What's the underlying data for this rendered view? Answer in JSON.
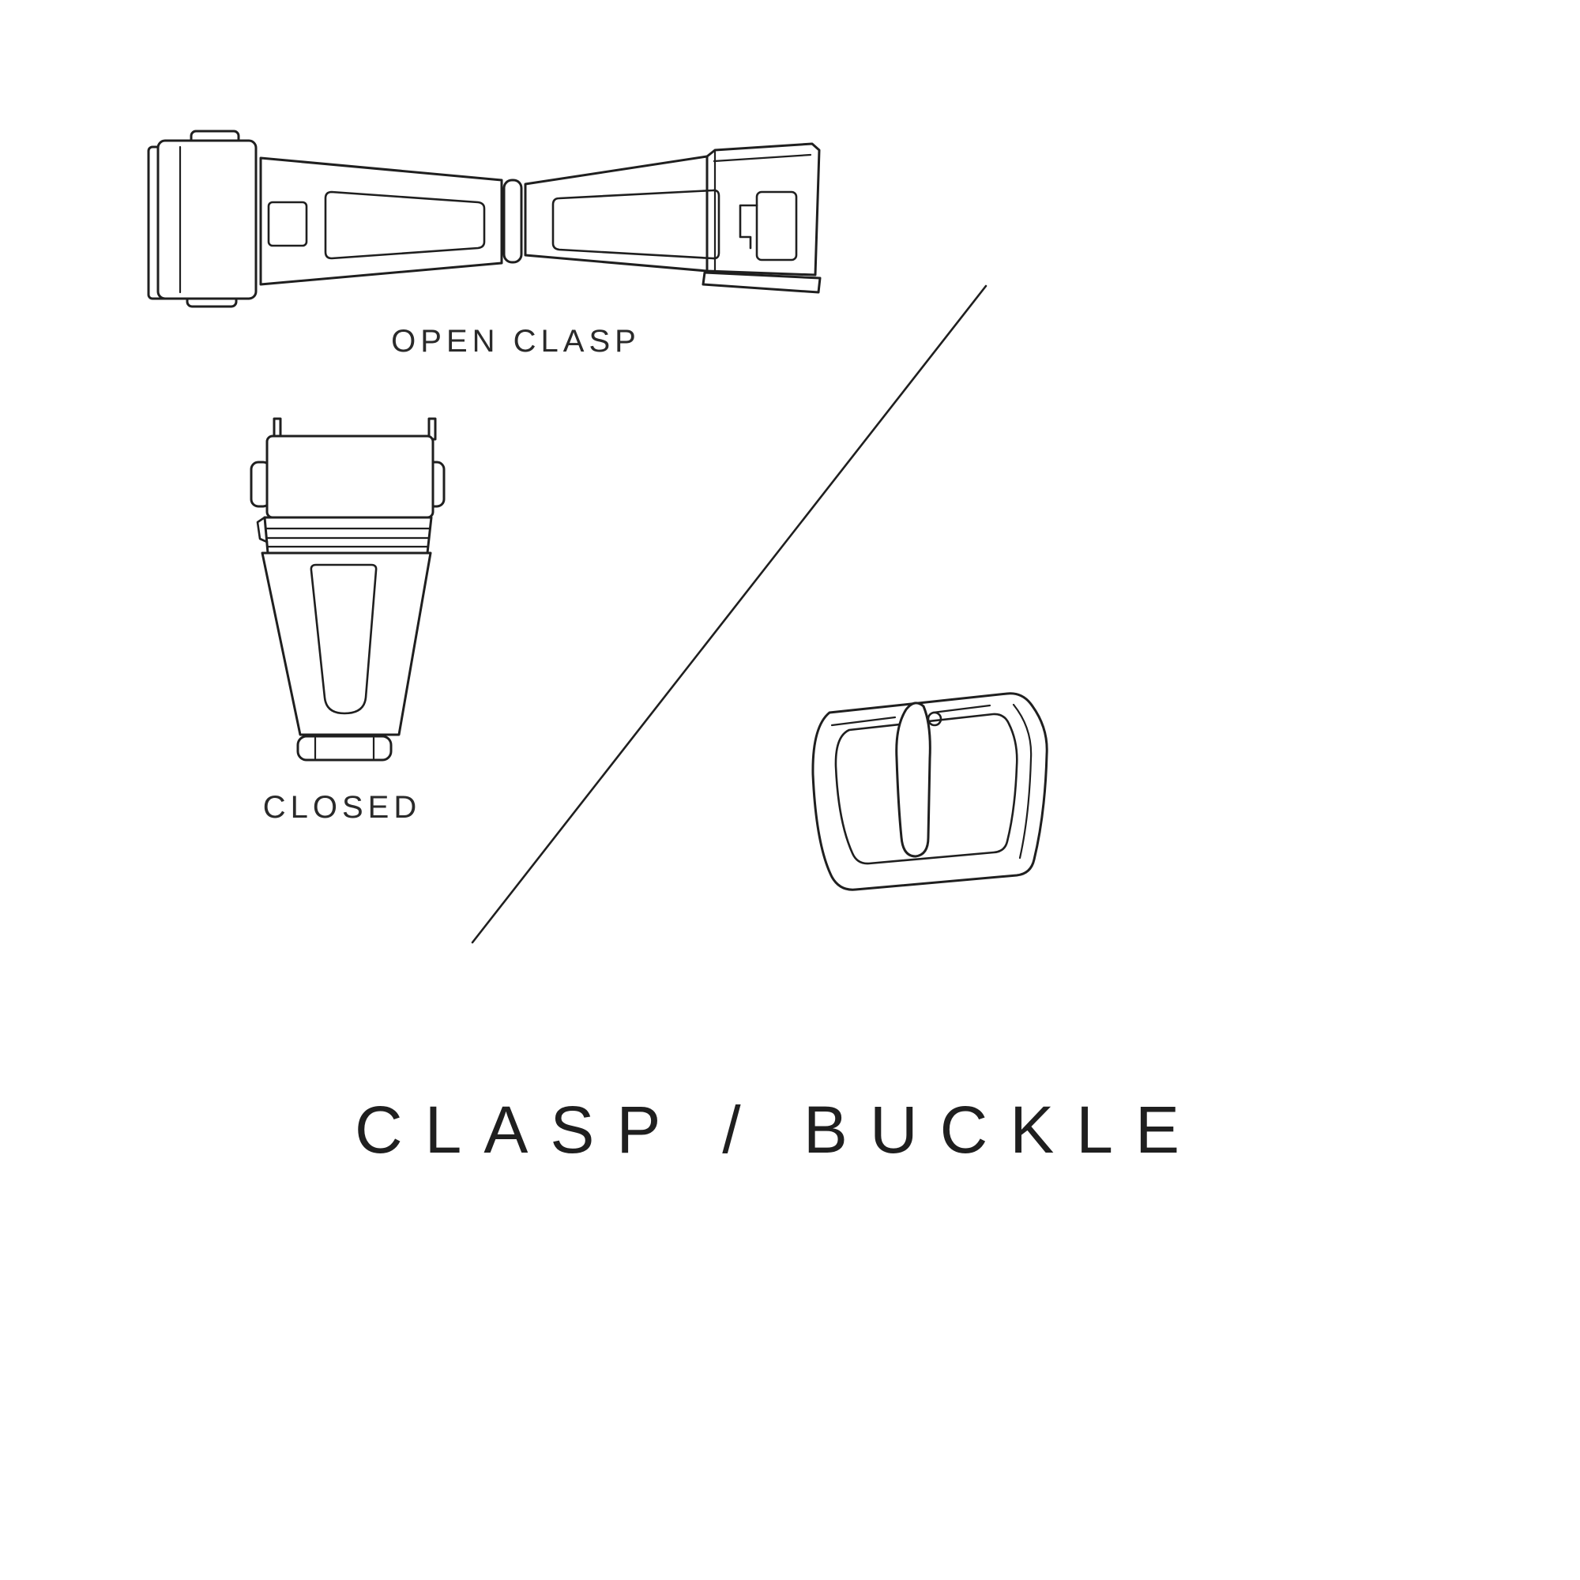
{
  "page": {
    "background": "#ffffff",
    "ink_color": "#1f1f1f",
    "text_color": "#2a2a2a"
  },
  "diagram": {
    "title": "CLASP / BUCKLE",
    "labels": {
      "open_clasp": "OPEN CLASP",
      "closed": "CLOSED"
    },
    "illustrations": [
      "open-clasp-illustration",
      "closed-clasp-illustration",
      "pin-buckle-illustration",
      "divider-line"
    ]
  }
}
